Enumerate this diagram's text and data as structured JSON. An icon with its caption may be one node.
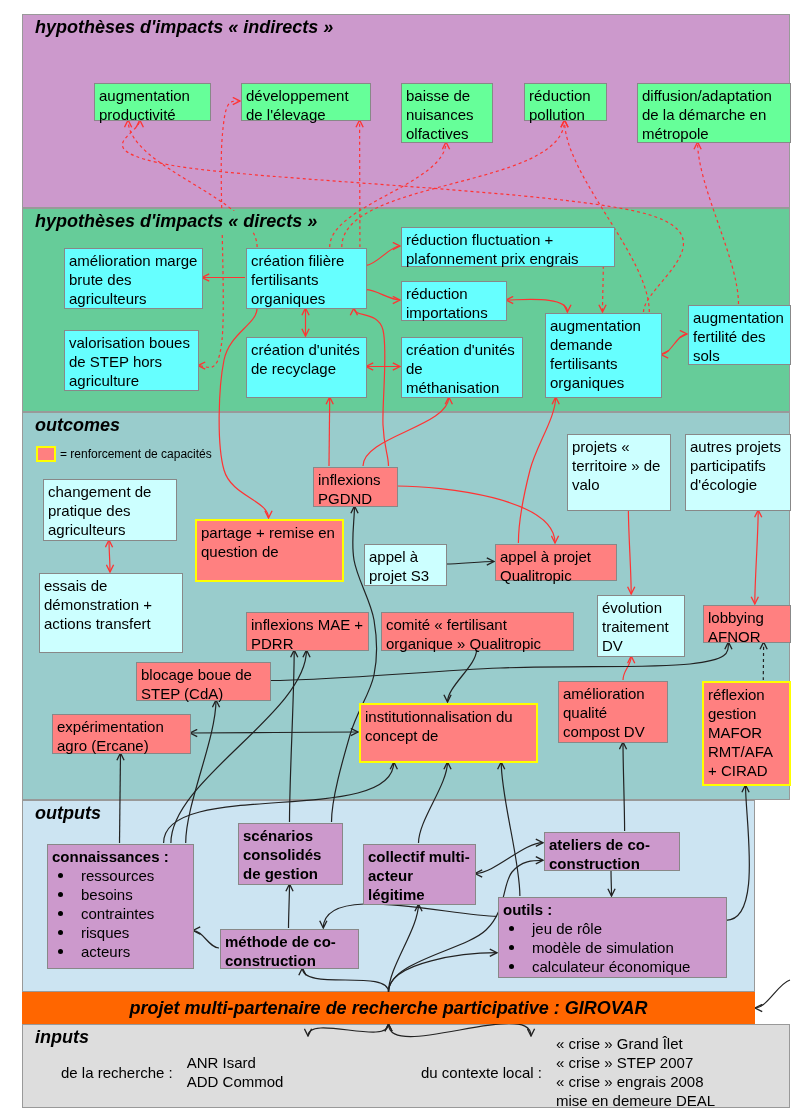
{
  "diagram": {
    "nodes": [
      {
        "text": [
          "hypothèses d'impacts « indirects »"
        ]
      },
      {
        "text": [
          "augmentation productivité"
        ],
        "in": 0
      },
      {
        "text": [
          "développement de l'élevage"
        ],
        "in": 0
      },
      {
        "text": [
          "baisse de nuisances olfactives"
        ],
        "in": 0
      },
      {
        "text": [
          "réduction pollution"
        ],
        "in": 0
      },
      {
        "text": [
          "diffusion/adaptation de la démarche en métropole"
        ],
        "in": 0
      },
      {
        "text": [
          "hypothèses d'impacts « directs »"
        ]
      },
      {
        "text": [
          "amélioration marge brute des agriculteurs"
        ],
        "in": 6
      },
      {
        "text": [
          "création filière fertilisants organiques"
        ],
        "in": 6
      },
      {
        "text": [
          "réduction fluctuation + plafonnement prix engrais"
        ],
        "in": 6
      },
      {
        "text": [
          "réduction importations"
        ],
        "in": 6
      },
      {
        "text": [
          "valorisation boues de STEP hors agriculture"
        ],
        "in": 6
      },
      {
        "text": [
          "création d'unités de recyclage"
        ],
        "in": 6
      },
      {
        "text": [
          "création d'unités de méthanisation"
        ],
        "in": 6
      },
      {
        "text": [
          "augmentation demande fertilisants organiques"
        ],
        "in": 6
      },
      {
        "text": [
          "augmentation fertilité des sols"
        ],
        "in": 6
      },
      {
        "text": [
          "outcomes"
        ]
      },
      {
        "text": [
          "projets « territoire » de valo"
        ],
        "in": 16
      },
      {
        "text": [
          "autres projets participatifs d'écologie"
        ],
        "in": 16
      },
      {
        "text": [
          "changement de pratique des agriculteurs"
        ],
        "in": 16
      },
      {
        "text": [
          "inflexions PGDND"
        ],
        "in": 16
      },
      {
        "text": [
          "partage + remise en question de"
        ],
        "in": 16
      },
      {
        "text": [
          "appel à projet S3"
        ],
        "in": 16
      },
      {
        "text": [
          "appel à projet Qualitropic"
        ],
        "in": 16
      },
      {
        "text": [
          "essais de démonstration + actions transfert"
        ],
        "in": 16
      },
      {
        "text": [
          "inflexions MAE + PDRR"
        ],
        "in": 16
      },
      {
        "text": [
          "comité « fertilisant organique » Qualitropic"
        ],
        "in": 16
      },
      {
        "text": [
          "évolution traitement DV"
        ],
        "in": 16
      },
      {
        "text": [
          "lobbying AFNOR"
        ],
        "in": 16
      },
      {
        "text": [
          "blocage boue de STEP (CdA)"
        ],
        "in": 16
      },
      {
        "text": [
          "amélioration qualité compost DV"
        ],
        "in": 16
      },
      {
        "text": [
          "réflexion gestion MAFOR RMT/AFA + CIRAD"
        ],
        "in": 16
      },
      {
        "text": [
          "expérimentation agro (Ercane)"
        ],
        "in": 16
      },
      {
        "text": [
          "institutionnalisation du concept de"
        ],
        "in": 16
      },
      {
        "text": [
          "outputs"
        ]
      },
      {
        "text": [
          "scénarios consolidés de gestion"
        ],
        "in": 34
      },
      {
        "text": [
          "connaissances :",
          "ressources",
          "besoins",
          "contraintes",
          "risques",
          "acteurs"
        ],
        "in": 34
      },
      {
        "text": [
          "collectif multi-acteur légitime"
        ],
        "in": 34
      },
      {
        "text": [
          "ateliers de co-construction"
        ],
        "in": 34
      },
      {
        "text": [
          "outils :",
          "jeu de rôle",
          "modèle de simulation",
          "calculateur économique"
        ],
        "in": 34
      },
      {
        "text": [
          "méthode de co-construction"
        ],
        "in": 34
      },
      {
        "text": [
          "projet multi-partenaire de recherche participative : GIROVAR"
        ]
      },
      {
        "text": [
          "inputs"
        ]
      },
      {
        "text": [
          "de la recherche :",
          "ANR Isard",
          "ADD Commod"
        ],
        "in": 42
      },
      {
        "text": [
          "du contexte local :",
          "« crise » Grand Îlet",
          "« crise » STEP 2007",
          "« crise » engrais 2008",
          "mise en demeure DEAL"
        ],
        "in": 42
      }
    ],
    "edges": [
      {
        "from": 8,
        "to": 2,
        "arrow": "to",
        "style": "dashed",
        "color": "#ff3333"
      },
      {
        "from": 2,
        "to": 11,
        "arrow": "both",
        "style": "dashed",
        "color": "#ff3333"
      },
      {
        "from": 8,
        "to": 1,
        "arrow": "to",
        "style": "dashed",
        "color": "#ff3333"
      },
      {
        "from": 8,
        "to": 3,
        "arrow": "to",
        "style": "dashed",
        "color": "#ff3333"
      },
      {
        "from": 8,
        "to": 4,
        "arrow": "to",
        "style": "dashed",
        "color": "#ff3333"
      },
      {
        "from": 14,
        "to": 1,
        "arrow": "to",
        "style": "dashed",
        "color": "#ff3333"
      },
      {
        "from": 14,
        "to": 4,
        "arrow": "to",
        "style": "dashed",
        "color": "#ff3333"
      },
      {
        "from": 15,
        "to": 5,
        "arrow": "to",
        "style": "dashed",
        "color": "#ff3333"
      },
      {
        "from": 9,
        "to": 14,
        "arrow": "to",
        "style": "dashed",
        "color": "#ff3333"
      },
      {
        "from": 8,
        "to": 7,
        "arrow": "to",
        "color": "#ff3333"
      },
      {
        "from": 8,
        "to": 9,
        "arrow": "to",
        "color": "#ff3333"
      },
      {
        "from": 8,
        "to": 10,
        "arrow": "to",
        "color": "#ff3333"
      },
      {
        "from": 10,
        "to": 14,
        "arrow": "both",
        "color": "#ff3333"
      },
      {
        "from": 12,
        "to": 8,
        "arrow": "both",
        "color": "#ff3333"
      },
      {
        "from": 12,
        "to": 13,
        "arrow": "both",
        "color": "#ff3333"
      },
      {
        "from": 14,
        "to": 15,
        "arrow": "both",
        "color": "#ff3333"
      },
      {
        "from": 20,
        "to": 8,
        "arrow": "to",
        "color": "#ff3333"
      },
      {
        "from": 20,
        "to": 12,
        "arrow": "to",
        "color": "#ff3333"
      },
      {
        "from": 20,
        "to": 13,
        "arrow": "to",
        "color": "#ff3333"
      },
      {
        "from": 23,
        "to": 14,
        "arrow": "to",
        "color": "#ff3333"
      },
      {
        "from": 17,
        "to": 27,
        "arrow": "to",
        "color": "#ff3333"
      },
      {
        "from": 18,
        "to": 28,
        "arrow": "both",
        "color": "#ff3333"
      },
      {
        "from": 19,
        "to": 24,
        "arrow": "both",
        "color": "#ff3333"
      },
      {
        "from": 30,
        "to": 27,
        "arrow": "to",
        "color": "#ff3333"
      },
      {
        "from": 20,
        "to": 23,
        "arrow": "to",
        "color": "#ff3333"
      },
      {
        "from": 8,
        "to": 21,
        "arrow": "to",
        "color": "#ff3333"
      },
      {
        "from": 36,
        "to": 32,
        "arrow": "to",
        "color": "#222222"
      },
      {
        "from": 36,
        "to": 29,
        "arrow": "to",
        "color": "#222222"
      },
      {
        "from": 36,
        "to": 33,
        "arrow": "to",
        "color": "#222222"
      },
      {
        "from": 36,
        "to": 25,
        "arrow": "to",
        "color": "#222222"
      },
      {
        "from": 35,
        "to": 20,
        "arrow": "to",
        "color": "#222222"
      },
      {
        "from": 35,
        "to": 25,
        "arrow": "to",
        "color": "#222222"
      },
      {
        "from": 22,
        "to": 23,
        "arrow": "to",
        "color": "#222222"
      },
      {
        "from": 26,
        "to": 33,
        "arrow": "to",
        "color": "#222222"
      },
      {
        "from": 29,
        "to": 28,
        "arrow": "to",
        "color": "#222222"
      },
      {
        "from": 32,
        "to": 33,
        "arrow": "both",
        "color": "#222222"
      },
      {
        "from": 37,
        "to": 33,
        "arrow": "to",
        "color": "#222222"
      },
      {
        "from": 39,
        "to": 33,
        "arrow": "to",
        "color": "#222222"
      },
      {
        "from": 38,
        "to": 30,
        "arrow": "to",
        "color": "#222222"
      },
      {
        "from": 39,
        "to": 31,
        "arrow": "to",
        "color": "#222222"
      },
      {
        "from": 31,
        "to": 28,
        "arrow": "to",
        "style": "dashed",
        "color": "#222222"
      },
      {
        "from": 40,
        "to": 36,
        "arrow": "to",
        "color": "#222222"
      },
      {
        "from": 40,
        "to": 35,
        "arrow": "to",
        "color": "#222222"
      },
      {
        "from": 39,
        "to": 40,
        "arrow": "to",
        "color": "#222222"
      },
      {
        "from": 37,
        "to": 38,
        "arrow": "both",
        "color": "#222222"
      },
      {
        "from": 38,
        "to": 39,
        "arrow": "to",
        "color": "#222222"
      },
      {
        "from": 41,
        "to": 40,
        "arrow": "to",
        "color": "#222222"
      },
      {
        "from": 41,
        "to": 37,
        "arrow": "to",
        "color": "#222222"
      },
      {
        "from": 41,
        "to": 38,
        "arrow": "to",
        "color": "#222222"
      },
      {
        "from": 41,
        "to": 39,
        "arrow": "to",
        "color": "#222222"
      },
      {
        "from": 41,
        "to": 43,
        "arrow": "both",
        "color": "#222222"
      },
      {
        "from": 41,
        "to": 44,
        "arrow": "both",
        "color": "#222222"
      },
      {
        "from": null,
        "to": 41,
        "arrow": "to",
        "color": "#222222"
      }
    ],
    "legend": [
      {
        "text": "= renforcement de capacités",
        "color": "#ff8080"
      }
    ]
  }
}
